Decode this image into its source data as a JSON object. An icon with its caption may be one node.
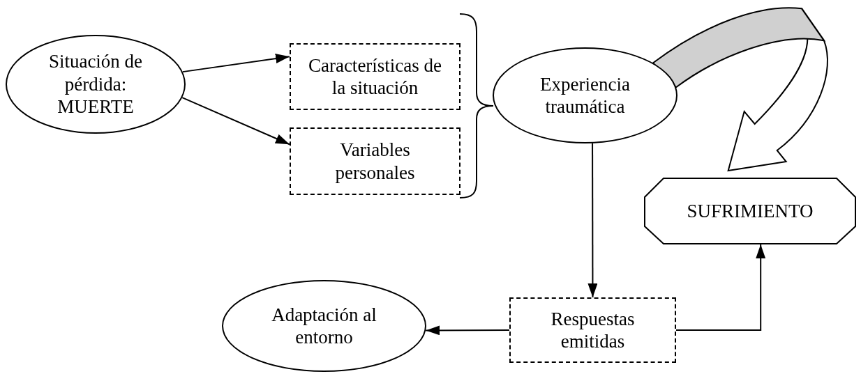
{
  "diagram": {
    "nodes": [
      {
        "text": [
          "Situación de pérdida: MUERTE"
        ]
      },
      {
        "text": [
          "Características de la situación"
        ]
      },
      {
        "text": [
          "Variables personales"
        ]
      },
      {
        "text": [
          "Experiencia traumática"
        ]
      },
      {
        "text": [
          "SUFRIMIENTO"
        ]
      },
      {
        "text": [
          "Adaptación al entorno"
        ]
      },
      {
        "text": [
          "Respuestas emitidas"
        ]
      }
    ],
    "edges": [
      {
        "from": 0,
        "to": 1,
        "arrow": "to"
      },
      {
        "from": 0,
        "to": 2,
        "arrow": "to"
      },
      {
        "from": 3,
        "to": 4,
        "arrow": "to",
        "style": "thick"
      },
      {
        "from": 3,
        "to": 6,
        "arrow": "to"
      },
      {
        "from": 6,
        "to": 5,
        "arrow": "to"
      },
      {
        "from": 6,
        "to": 4,
        "arrow": "to"
      }
    ]
  }
}
